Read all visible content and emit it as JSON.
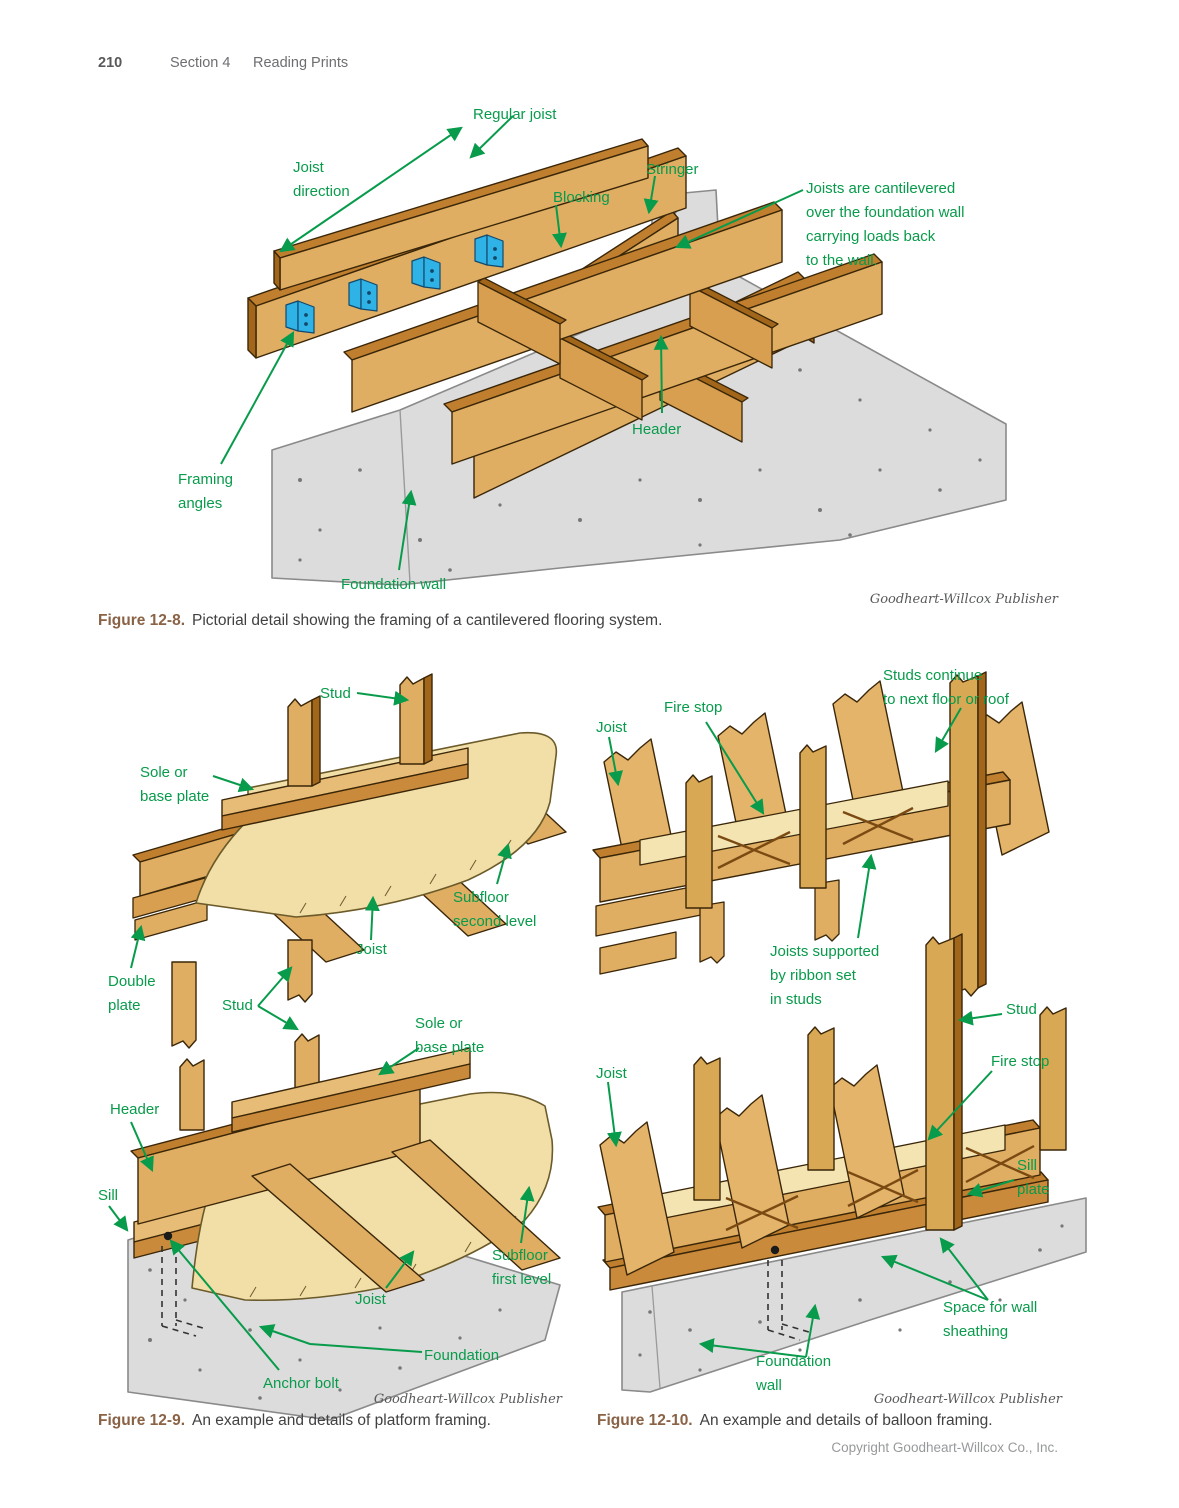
{
  "page": {
    "number": "210",
    "section": "Section 4",
    "section_title": "Reading Prints",
    "copyright": "Copyright Goodheart-Willcox Co., Inc.",
    "accent_green": "#089b4b",
    "figure_number_brown": "#8a6245",
    "wood_color": "#dfae63",
    "concrete_color": "#dcdcdc",
    "framing_angle_blue": "#2fb2e5"
  },
  "fig8": {
    "number": "Figure 12-8.",
    "caption": "Pictorial detail showing the framing of a cantilevered flooring system.",
    "credit": "Goodheart-Willcox Publisher",
    "labels": {
      "regular_joist": "Regular joist",
      "joist_direction": "Joist\ndirection",
      "blocking": "Blocking",
      "stringer": "Stringer",
      "cantilever_note": "Joists are cantilevered\nover the foundation wall\ncarrying loads back\nto the wall.",
      "header": "Header",
      "framing_angles": "Framing\nangles",
      "foundation_wall": "Foundation wall"
    }
  },
  "fig9": {
    "number": "Figure 12-9.",
    "caption": "An example and details of platform framing.",
    "credit": "Goodheart-Willcox Publisher",
    "labels": {
      "stud_upper": "Stud",
      "sole_plate_upper": "Sole or\nbase plate",
      "subfloor_second": "Subfloor\nsecond level",
      "joist_upper": "Joist",
      "double_plate": "Double\nplate",
      "stud_lower": "Stud",
      "sole_plate_lower": "Sole or\nbase plate",
      "header": "Header",
      "sill": "Sill",
      "subfloor_first": "Subfloor\nfirst level",
      "joist_lower": "Joist",
      "foundation": "Foundation",
      "anchor_bolt": "Anchor bolt"
    }
  },
  "fig10": {
    "number": "Figure 12-10.",
    "caption": "An example and details of balloon framing.",
    "credit": "Goodheart-Willcox Publisher",
    "labels": {
      "studs_continue": "Studs continue\nto next floor or roof",
      "fire_stop_upper": "Fire stop",
      "joist_upper": "Joist",
      "ribbon_note": "Joists supported\nby ribbon set\nin studs",
      "stud": "Stud",
      "joist_lower": "Joist",
      "fire_stop_lower": "Fire stop",
      "sill_plate": "Sill\nplate",
      "space_sheathing": "Space for wall\nsheathing",
      "foundation_wall": "Foundation\nwall"
    }
  }
}
